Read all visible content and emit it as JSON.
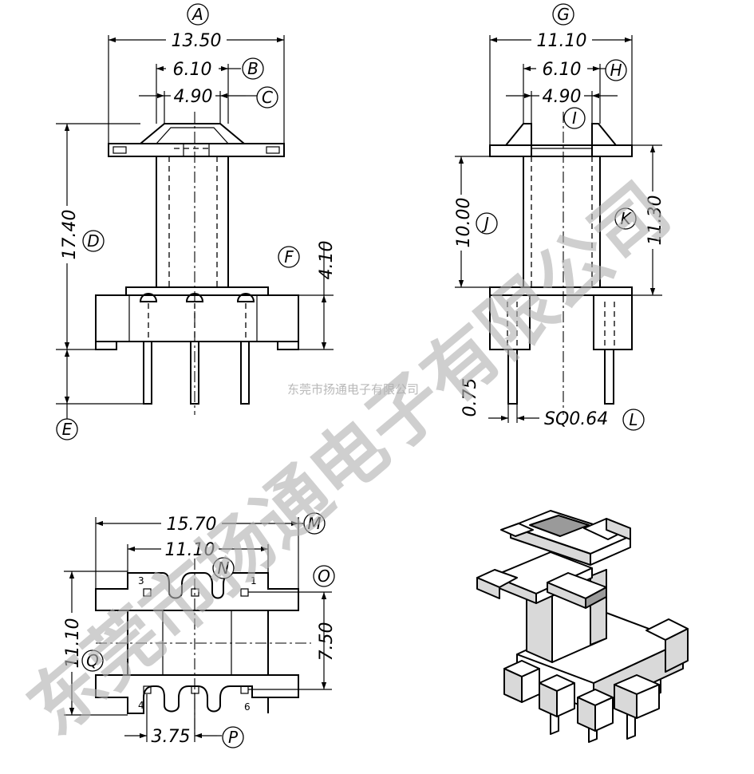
{
  "dimensions": {
    "front_overall_width": "13.50",
    "front_inner_width": "6.10",
    "front_core_width": "4.90",
    "front_total_height": "17.40",
    "front_base_height": "4.10",
    "side_overall_width": "11.10",
    "side_inner_width": "6.10",
    "side_core_width": "4.90",
    "side_body_height": "10.00",
    "side_total_height": "11.30",
    "pin_standoff": "0.75",
    "pin_size": "SQ0.64",
    "bottom_overall_width": "15.70",
    "bottom_inner_width": "11.10",
    "bottom_depth": "11.10",
    "bottom_row_spacing": "7.50",
    "pin_pitch": "3.75"
  },
  "callouts": {
    "A": "A",
    "B": "B",
    "C": "C",
    "D": "D",
    "E": "E",
    "F": "F",
    "G": "G",
    "H": "H",
    "I": "I",
    "J": "J",
    "K": "K",
    "L": "L",
    "M": "M",
    "N": "N",
    "O": "O",
    "P": "P",
    "Q": "Q"
  },
  "pin_numbers": {
    "p1": "1",
    "p3": "3",
    "p4": "4",
    "p6": "6"
  },
  "watermark": {
    "small": "东莞市扬通电子有限公司",
    "large": "东莞市扬通电子有限公司"
  }
}
